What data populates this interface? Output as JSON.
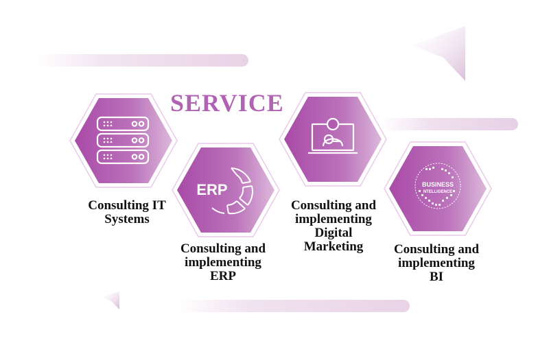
{
  "title": "SERVICE",
  "colors": {
    "hex_gradient_start": "#a94aa8",
    "hex_gradient_end": "#d9b2d8",
    "title": "#b062b3",
    "outline": "#e9c9e8"
  },
  "services": [
    {
      "icon": "server-rack-icon",
      "label_lines": [
        "Consulting IT",
        "Systems"
      ]
    },
    {
      "icon": "erp-icon",
      "icon_text": "ERP",
      "label_lines": [
        "Consulting and",
        "implementing",
        "ERP"
      ]
    },
    {
      "icon": "digital-marketing-icon",
      "label_lines": [
        "Consulting and",
        "implementing",
        "Digital",
        "Marketing"
      ]
    },
    {
      "icon": "business-intelligence-icon",
      "icon_text_lines": [
        "BUSINESS",
        "NTELLIGENCE"
      ],
      "label_lines": [
        "Consulting and",
        "implementing",
        "BI"
      ]
    }
  ]
}
